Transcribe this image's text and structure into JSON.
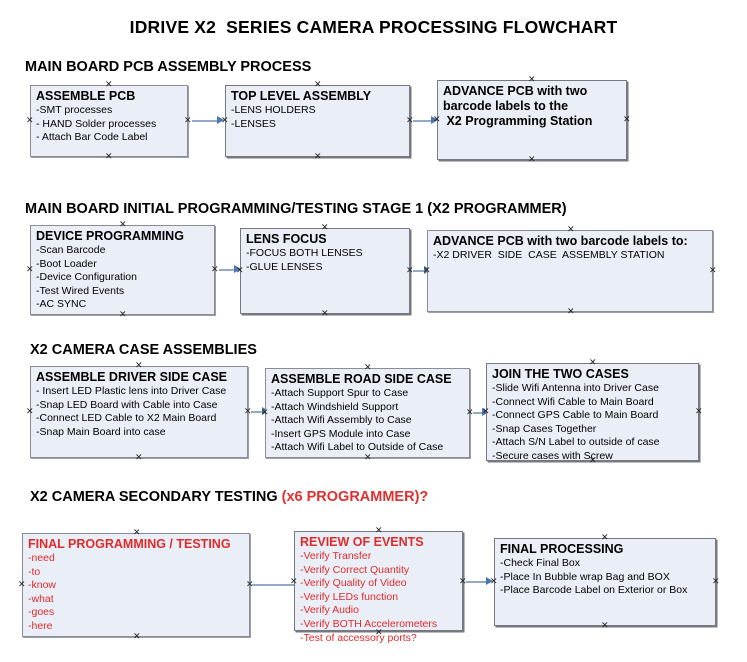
{
  "document": {
    "title": "IDRIVE X2  SERIES CAMERA PROCESSING FLOWCHART"
  },
  "sections": [
    {
      "id": "main-board-pcb-assembly-process",
      "heading": "MAIN BOARD PCB ASSEMBLY PROCESS",
      "heading_accent": ""
    },
    {
      "id": "main-board-initial-programming",
      "heading": "MAIN BOARD INITIAL PROGRAMMING/TESTING STAGE 1 (X2 PROGRAMMER)",
      "heading_accent": ""
    },
    {
      "id": "x2-camera-case-assemblies",
      "heading": "X2 CAMERA CASE ASSEMBLIES",
      "heading_accent": ""
    },
    {
      "id": "x2-camera-secondary-testing",
      "heading": "X2 CAMERA SECONDARY TESTING ",
      "heading_accent": "(x6 PROGRAMMER)?"
    }
  ],
  "nodes": {
    "assemble_pcb": {
      "title": "ASSEMBLE PCB",
      "lines": [
        "-SMT processes",
        "- HAND Solder processes",
        "- Attach Bar Code Label"
      ]
    },
    "top_level_assembly": {
      "title": "TOP LEVEL ASSEMBLY",
      "lines": [
        "-LENS HOLDERS",
        "-LENSES"
      ]
    },
    "advance_pcb_station": {
      "title": "ADVANCE PCB with two",
      "lines": [
        "barcode labels to the",
        " X2 Programming Station"
      ]
    },
    "device_programming": {
      "title": "DEVICE PROGRAMMING",
      "lines": [
        "-Scan Barcode",
        "-Boot Loader",
        "-Device Configuration",
        "-Test Wired Events",
        "-AC SYNC"
      ]
    },
    "lens_focus": {
      "title": "LENS FOCUS",
      "lines": [
        "-FOCUS BOTH LENSES",
        "-GLUE LENSES"
      ]
    },
    "advance_pcb_driver_side": {
      "title": "ADVANCE PCB with two barcode labels to:",
      "lines": [
        "-X2 DRIVER  SIDE  CASE  ASSEMBLY STATION"
      ]
    },
    "assemble_driver_side_case": {
      "title": "ASSEMBLE DRIVER SIDE CASE",
      "lines": [
        "- Insert LED Plastic lens into Driver Case",
        "-Snap LED Board with Cable into Case",
        "-Connect LED Cable to X2 Main Board",
        "-Snap Main Board into case"
      ]
    },
    "assemble_road_side_case": {
      "title": "ASSEMBLE ROAD SIDE CASE",
      "lines": [
        "-Attach Support Spur to Case",
        "-Attach Windshield Support",
        "-Attach Wifi Assembly to Case",
        "-Insert GPS Module into Case",
        "-Attach Wifi Label to Outside of Case"
      ]
    },
    "join_the_two_cases": {
      "title": "JOIN THE TWO CASES",
      "lines": [
        "-Slide Wifi Antenna into Driver Case",
        "-Connect Wifi Cable to Main Board",
        "-Connect GPS Cable to Main Board",
        "-Snap Cases Together",
        "-Attach S/N Label to outside of case",
        "-Secure cases with Screw"
      ]
    },
    "final_programming_testing": {
      "title": "FINAL PROGRAMMING / TESTING",
      "lines": [
        "-need",
        "-to",
        "-know",
        "-what",
        "-goes",
        "-here"
      ]
    },
    "review_of_events": {
      "title": "REVIEW OF EVENTS",
      "lines": [
        "-Verify Transfer",
        "-Verify Correct Quantity",
        "-Verify Quality of Video",
        "-Verify LEDs function",
        "-Verify Audio",
        "-Verify BOTH Accelerometers"
      ],
      "overflow_line": "-Test of accessory ports?"
    },
    "final_processing": {
      "title": "FINAL PROCESSING",
      "lines": [
        "-Check Final Box",
        "-Place In Bubble wrap Bag and BOX",
        "-Place Barcode Label on Exterior or Box"
      ]
    }
  },
  "colors": {
    "node_fill": "#e9eef7",
    "node_border": "#8a8d93",
    "connector": "#93aac6",
    "arrow": "#4a77b0",
    "accent_red": "#e02b2b",
    "text": "#000000",
    "background": "#ffffff"
  }
}
